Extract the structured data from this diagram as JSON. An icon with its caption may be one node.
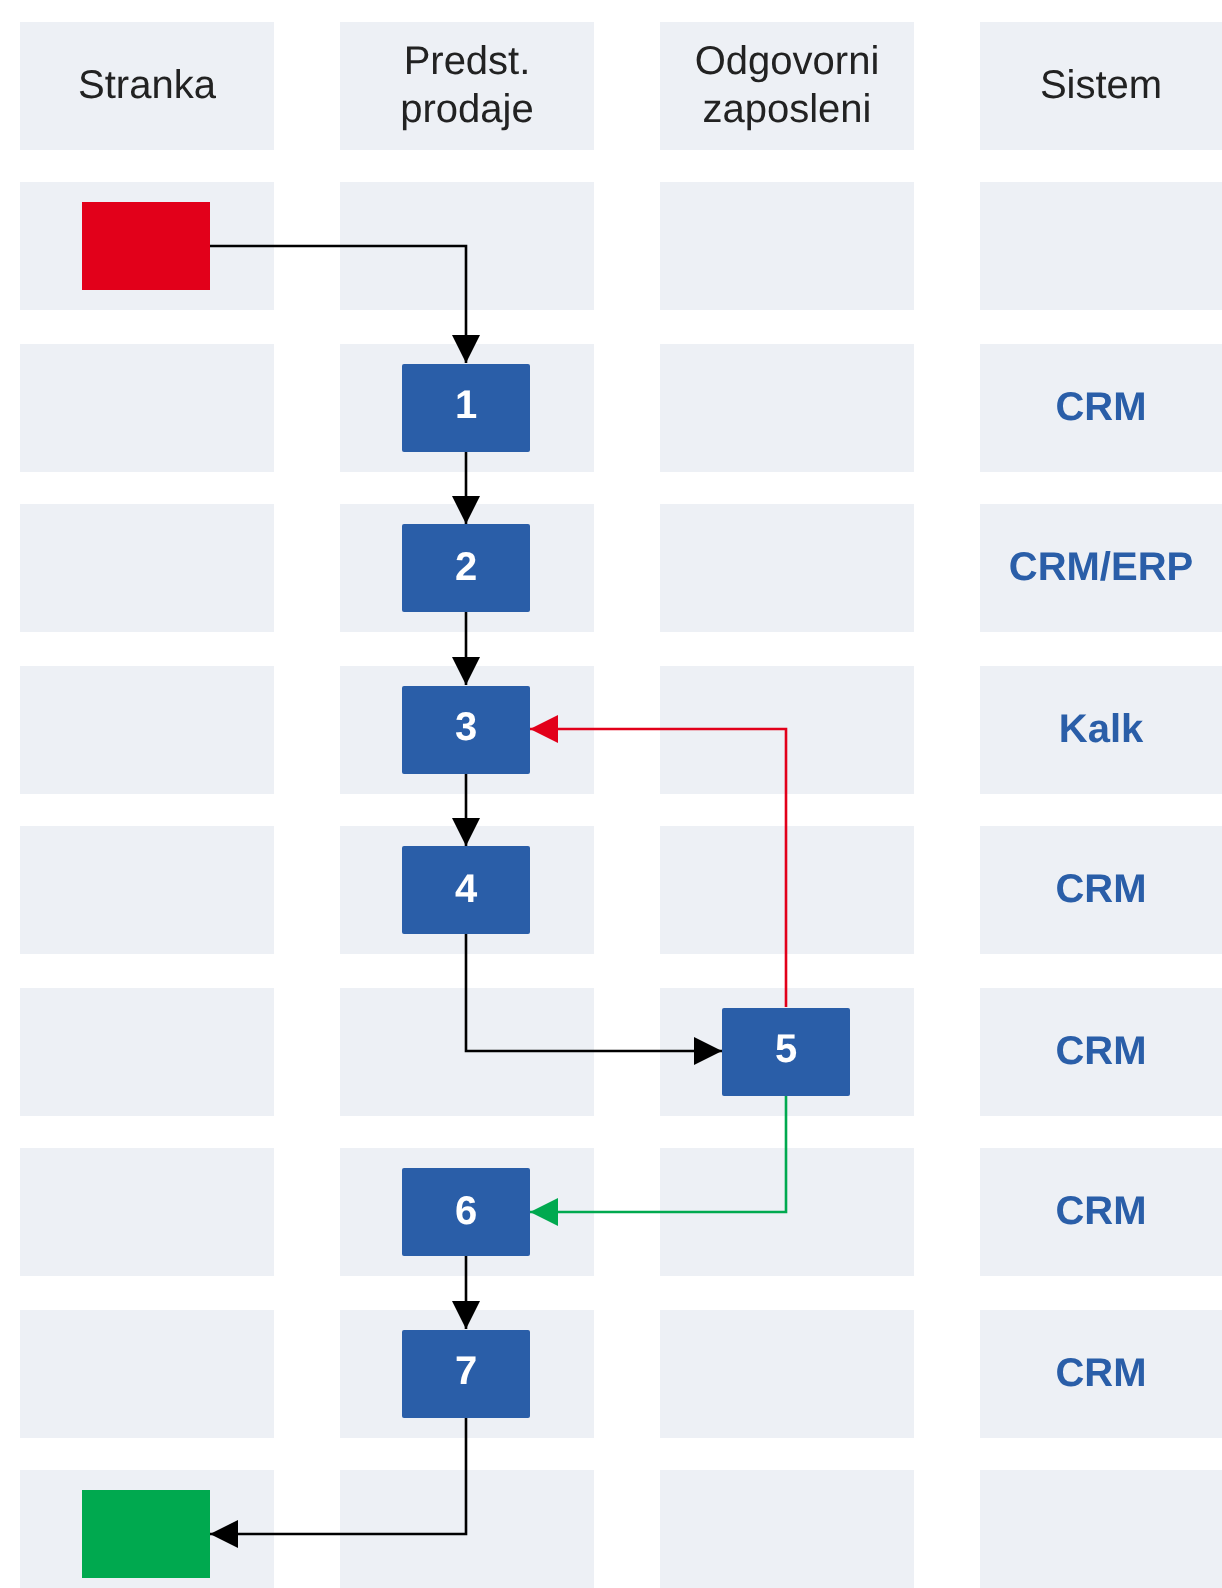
{
  "diagram": {
    "nodes": [
      {
        "text": [],
        "shape": "box"
      },
      {
        "text": [
          "1"
        ]
      },
      {
        "text": [
          "2"
        ]
      },
      {
        "text": [
          "3"
        ]
      },
      {
        "text": [
          "4"
        ]
      },
      {
        "text": [
          "5"
        ]
      },
      {
        "text": [
          "6"
        ]
      },
      {
        "text": [
          "7"
        ]
      },
      {
        "text": [],
        "shape": "box"
      }
    ],
    "edges": [
      {
        "from": 0,
        "to": 1,
        "arrow": "to"
      },
      {
        "from": 1,
        "to": 2,
        "arrow": "to"
      },
      {
        "from": 2,
        "to": 3,
        "arrow": "to"
      },
      {
        "from": 3,
        "to": 4,
        "arrow": "to"
      },
      {
        "from": 4,
        "to": 5,
        "arrow": "to"
      },
      {
        "from": 5,
        "to": 3,
        "arrow": "to",
        "color": "#e2001a"
      },
      {
        "from": 5,
        "to": 6,
        "arrow": "to",
        "color": "#00a94f"
      },
      {
        "from": 6,
        "to": 7,
        "arrow": "to"
      },
      {
        "from": 7,
        "to": 8,
        "arrow": "to"
      }
    ],
    "labels": [
      "Stranka",
      "Predst. prodaje",
      "Odgovorni zaposleni",
      "Sistem",
      "CRM",
      "CRM/ERP",
      "Kalk",
      "CRM",
      "CRM",
      "CRM",
      "CRM"
    ]
  }
}
